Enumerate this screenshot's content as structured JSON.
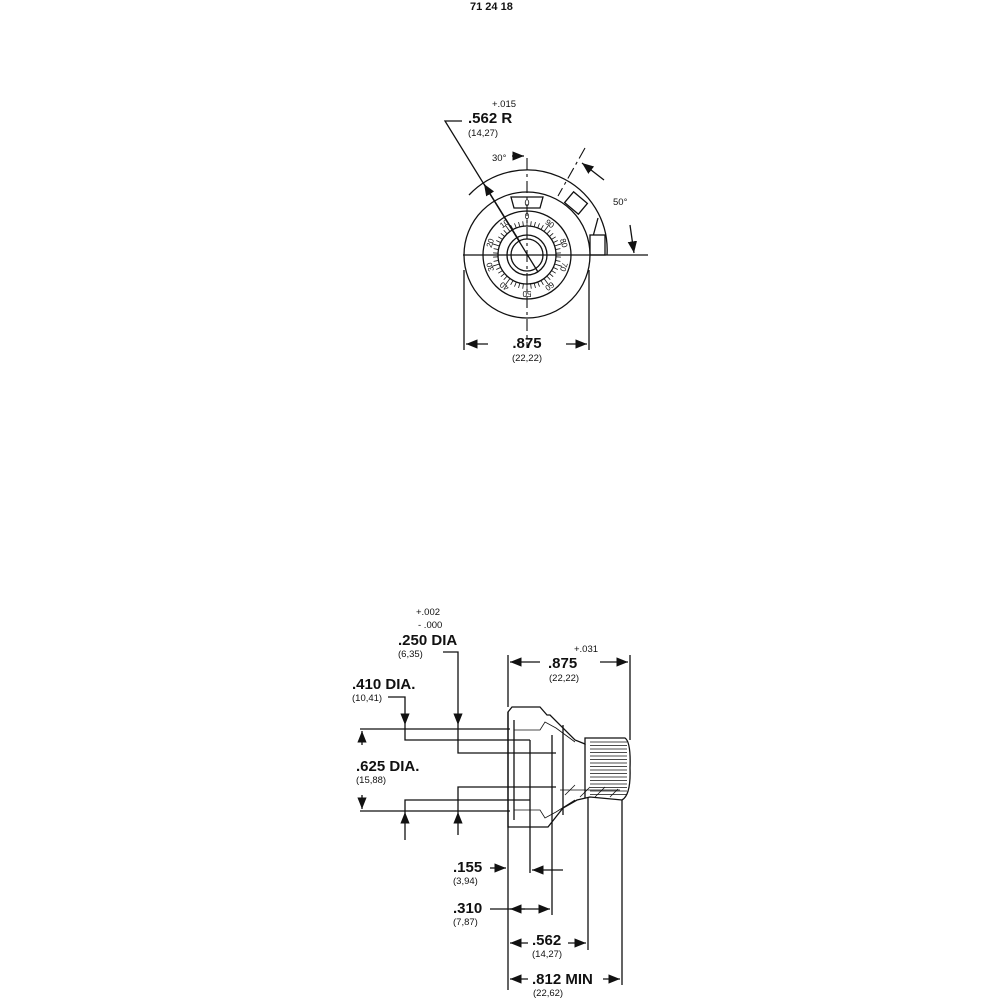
{
  "header": {
    "part_number": "71 24 18"
  },
  "top_view": {
    "radius_dim": {
      "tolerance": "+.015",
      "value": ".562 R",
      "metric": "(14,27)"
    },
    "angle_30": "30°",
    "angle_50": "50°",
    "width_dim": {
      "value": ".875",
      "metric": "(22,22)"
    },
    "dial_numbers": [
      "0",
      "10",
      "20",
      "30",
      "40",
      "50",
      "60",
      "70",
      "80",
      "90"
    ],
    "window_label": "0"
  },
  "side_view": {
    "shaft_dia": {
      "tol_plus": "+.002",
      "tol_minus": "- .000",
      "value": ".250 DIA",
      "metric": "(6,35)"
    },
    "dia_410": {
      "value": ".410 DIA.",
      "metric": "(10,41)"
    },
    "dia_625": {
      "value": ".625 DIA.",
      "metric": "(15,88)"
    },
    "length_875": {
      "tolerance": "+.031",
      "value": ".875",
      "metric": "(22,22)"
    },
    "dim_155": {
      "value": ".155",
      "metric": "(3,94)"
    },
    "dim_310": {
      "value": ".310",
      "metric": "(7,87)"
    },
    "dim_562": {
      "value": ".562",
      "metric": "(14,27)"
    },
    "dim_812": {
      "value": ".812 MIN",
      "metric": "(22,62)"
    }
  }
}
